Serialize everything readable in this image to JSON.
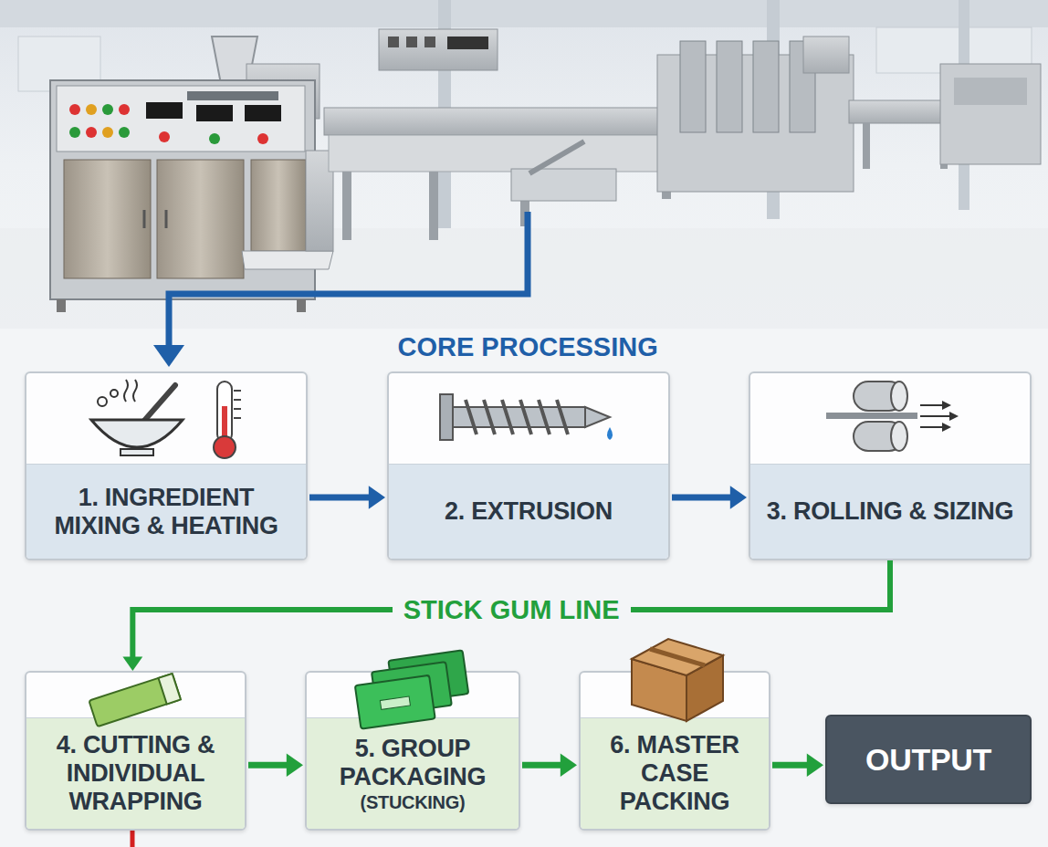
{
  "diagram": {
    "nodes": [
      {
        "text": [
          "1. INGREDIENT MIXING & HEATING"
        ]
      },
      {
        "text": [
          "2. EXTRUSION"
        ]
      },
      {
        "text": [
          "3. ROLLING & SIZING"
        ]
      },
      {
        "text": [
          "4. CUTTING & INDIVIDUAL WRAPPING"
        ]
      },
      {
        "text": [
          "5. GROUP PACKAGING",
          "(STUCKING)"
        ]
      },
      {
        "text": [
          "6. MASTER CASE PACKING"
        ]
      },
      {
        "text": [
          "OUTPUT"
        ]
      }
    ],
    "edges": [
      {
        "from": 0,
        "to": 1,
        "arrow": "to"
      },
      {
        "from": 1,
        "to": 2,
        "arrow": "to"
      },
      {
        "from": 2,
        "to": 3,
        "arrow": "to",
        "label": "STICK GUM LINE"
      },
      {
        "from": 3,
        "to": 4,
        "arrow": "to"
      },
      {
        "from": 4,
        "to": 5,
        "arrow": "to"
      },
      {
        "from": 5,
        "to": 6,
        "arrow": "to"
      }
    ],
    "labels": [
      "CORE PROCESSING"
    ]
  }
}
